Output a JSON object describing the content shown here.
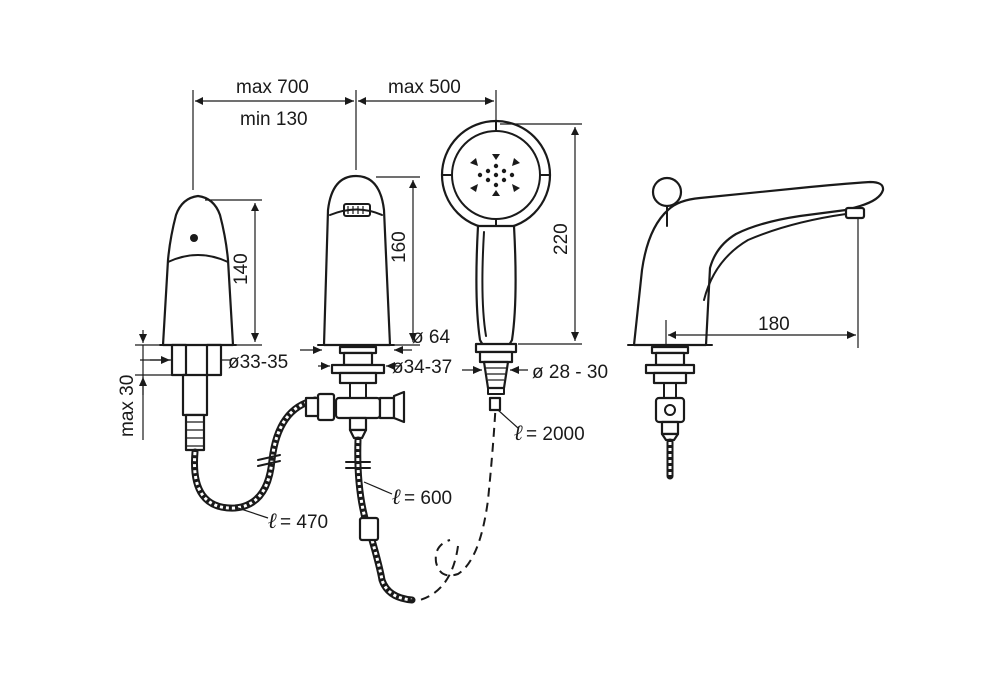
{
  "labels": {
    "top_left_max": "max 700",
    "top_left_min": "min 130",
    "top_right_max": "max 500",
    "h140": "140",
    "h160": "160",
    "h220": "220",
    "d64": "ø 64",
    "d3335": "ø33-35",
    "d3437": "ø34-37",
    "d2830": "ø 28 - 30",
    "max30": "max 30",
    "len2000": "= 2000",
    "len600": "= 600",
    "len470": "= 470",
    "w180": "180",
    "ell_symbol": "ℓ"
  }
}
